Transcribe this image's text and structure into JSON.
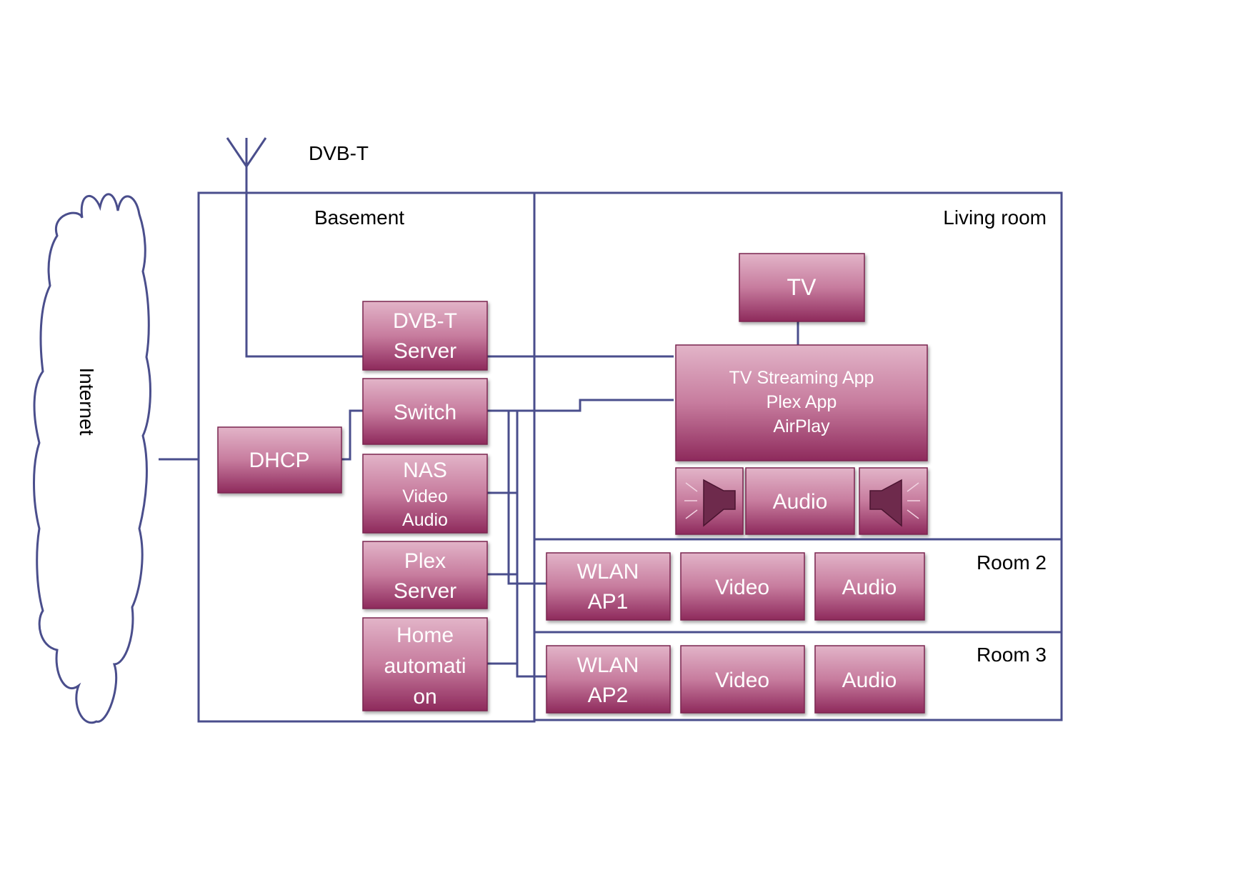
{
  "antenna_label": "DVB-T",
  "cloud_label": "Internet",
  "rooms": {
    "basement": "Basement",
    "living_room": "Living room",
    "room2": "Room 2",
    "room3": "Room 3"
  },
  "devices": {
    "dvbt_server": [
      "DVB-T",
      "Server"
    ],
    "switch": [
      "Switch"
    ],
    "dhcp": [
      "DHCP"
    ],
    "nas": [
      "NAS",
      "Video",
      "Audio"
    ],
    "plex_server": [
      "Plex",
      "Server"
    ],
    "home_automation": [
      "Home",
      "automati",
      "on"
    ],
    "tv": [
      "TV"
    ],
    "tv_apps": [
      "TV Streaming App",
      "Plex App",
      "AirPlay"
    ],
    "living_audio": [
      "Audio"
    ],
    "wlan_ap1": [
      "WLAN",
      "AP1"
    ],
    "room2_video": [
      "Video"
    ],
    "room2_audio": [
      "Audio"
    ],
    "wlan_ap2": [
      "WLAN",
      "AP2"
    ],
    "room3_video": [
      "Video"
    ],
    "room3_audio": [
      "Audio"
    ]
  },
  "icons": [
    "speaker-left-icon",
    "speaker-right-icon",
    "antenna-icon",
    "cloud-icon"
  ],
  "colors": {
    "line": "#4a4e8c",
    "box_top": "#e2b4c8",
    "box_bottom": "#8e2a5c",
    "box_text": "#ffffff"
  }
}
